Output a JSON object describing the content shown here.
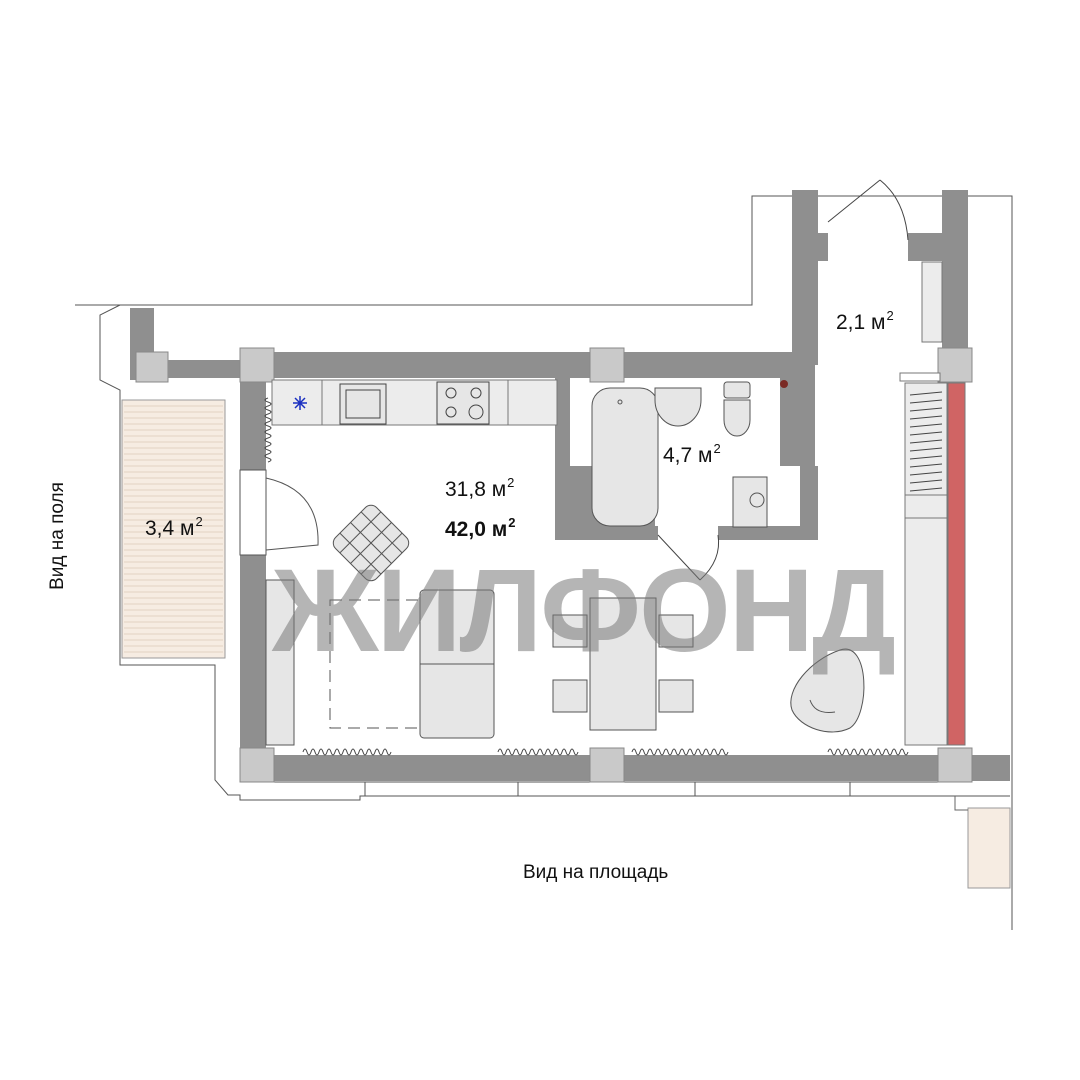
{
  "rooms": {
    "living_area": "31,8 м",
    "total_area": "42,0 м",
    "bathroom_area": "4,7 м",
    "hall_area": "2,1 м",
    "balcony_area": "3,4 м",
    "unit_sup": "2"
  },
  "views": {
    "left": "Вид на поля",
    "bottom": "Вид на площадь"
  },
  "watermark": "ЖИЛФОНД",
  "colors": {
    "wall": "#8f8f8f",
    "column": "#c9c9c9",
    "furniture": "#e6e6e6",
    "heated_wall": "#d06464",
    "balcony": "#f6ece2"
  }
}
